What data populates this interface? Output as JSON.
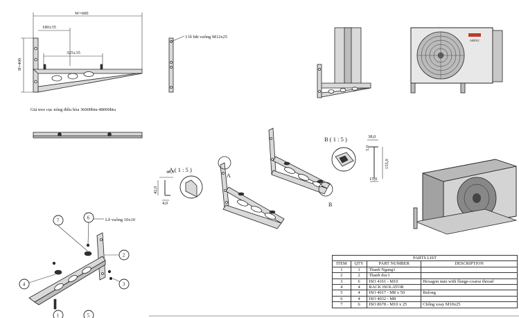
{
  "dims": {
    "width": "W=600",
    "height": "H=400",
    "offset_left": "180±35",
    "spacing": "325±35",
    "detail_b_w": "38,0",
    "detail_b_t": "5,0",
    "detail_b_h": "155,0",
    "detail_b_b": "15,0",
    "detail_a_w": "40,0",
    "detail_a_h": "42,0",
    "detail_a_t": "4,0"
  },
  "labels": {
    "caption": "Giá treo cục nóng điều hòa 36000btu-48000btu",
    "holes_note": "3 lỗ bắt vuông M12x25",
    "square_hole_note": "Lỗ vuông 10x10",
    "detail_a_title": "A ( 1 : 5 )",
    "detail_b_title": "B ( 1 : 5 )",
    "marker_a": "A",
    "marker_b": "B",
    "unit_brand": "AIRTEC"
  },
  "balloons": [
    "7",
    "6",
    "2",
    "4",
    "3",
    "1",
    "5"
  ],
  "parts_list": {
    "title": "PARTS LIST",
    "headers": [
      "ITEM",
      "QTY",
      "PART NUMBER",
      "DESCRIPTION"
    ],
    "rows": [
      {
        "item": "1",
        "qty": "1",
        "part": "Thanh Ngang1",
        "desc": ""
      },
      {
        "item": "2",
        "qty": "2",
        "part": "Thanh dọc1",
        "desc": ""
      },
      {
        "item": "3",
        "qty": "6",
        "part": "ISO 4161 - M10",
        "desc": "Hexagon nuts with flange-coarse thread"
      },
      {
        "item": "4",
        "qty": "4",
        "part": "RACK ISOLATOR",
        "desc": ""
      },
      {
        "item": "5",
        "qty": "4",
        "part": "ISO 4017 - M8 x 50",
        "desc": "Bulong"
      },
      {
        "item": "6",
        "qty": "4",
        "part": "ISO 4032 - M8",
        "desc": ""
      },
      {
        "item": "7",
        "qty": "6",
        "part": "ISO 8678 - M10 x 25",
        "desc": "Chống xoay M10x25"
      }
    ]
  }
}
